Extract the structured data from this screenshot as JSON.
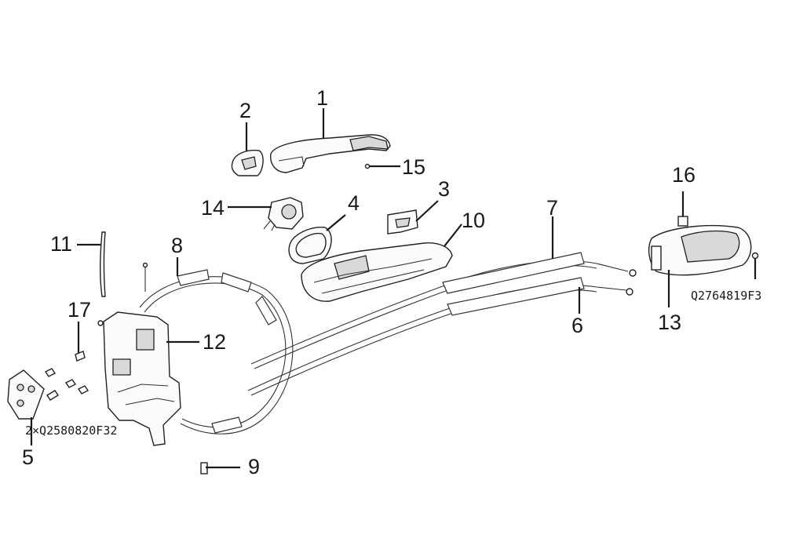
{
  "callouts": {
    "c1": "1",
    "c2": "2",
    "c3": "3",
    "c4": "4",
    "c5": "5",
    "c6": "6",
    "c7": "7",
    "c8": "8",
    "c9": "9",
    "c10": "10",
    "c11": "11",
    "c12": "12",
    "c13": "13",
    "c14": "14",
    "c15": "15",
    "c16": "16",
    "c17": "17"
  },
  "part_codes": {
    "screw_set": "2×Q2580820F32",
    "screw_inner": "Q2764819F3"
  },
  "colors": {
    "line": "#1a1a1a",
    "background": "#ffffff",
    "shade": "#d9d9d9"
  }
}
